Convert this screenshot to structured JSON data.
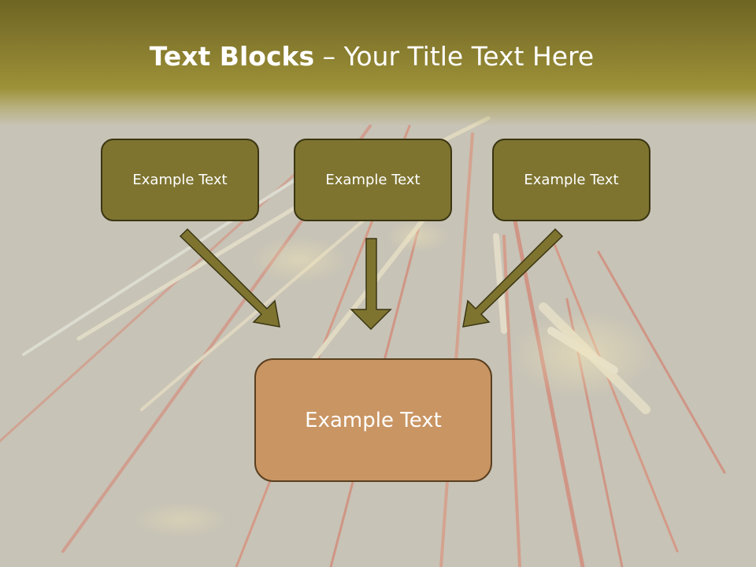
{
  "slide": {
    "title_bold": "Text Blocks",
    "title_dash": " – ",
    "title_rest": "Your Title Text Here",
    "boxes": [
      {
        "label": "Example Text"
      },
      {
        "label": "Example Text"
      },
      {
        "label": "Example Text"
      }
    ],
    "main_box": {
      "label": "Example Text"
    }
  },
  "colors": {
    "title_band": "#857a2e",
    "box_fill": "#7e7430",
    "box_border": "#3a3512",
    "main_box_fill": "#c99563",
    "arrow_fill": "#7e7430",
    "background": "#c8c4b6"
  },
  "icons": {
    "arrow": "down-arrow-icon"
  }
}
